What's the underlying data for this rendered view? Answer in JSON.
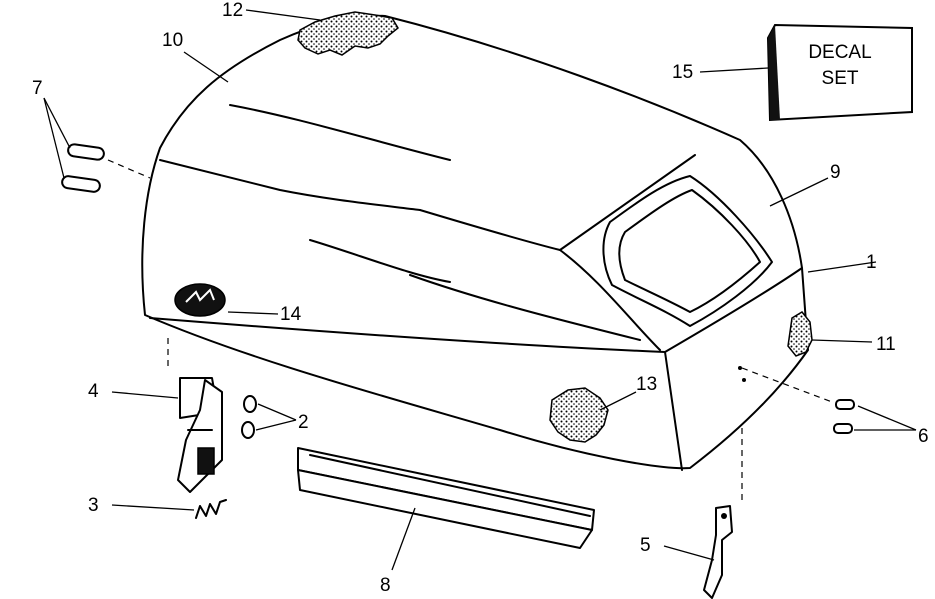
{
  "callouts": [
    "1",
    "2",
    "3",
    "4",
    "5",
    "6",
    "7",
    "8",
    "9",
    "10",
    "11",
    "12",
    "13",
    "14",
    "15"
  ],
  "decal_box": {
    "line1": "DECAL",
    "line2": "SET"
  }
}
